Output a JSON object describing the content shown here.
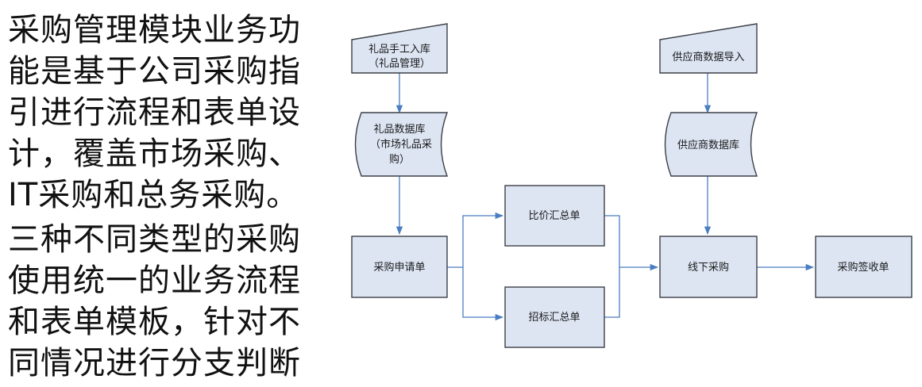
{
  "intro": {
    "para1_lines": [
      "采购管理模块业务功",
      "能是基于公司采购指",
      "引进行流程和表单设",
      "计，覆盖市场采购、",
      "IT采购和总务采购。"
    ],
    "para2_lines": [
      "三种不同类型的采购",
      "使用统一的业务流程",
      "和表单模板，针对不",
      "同情况进行分支判断"
    ]
  },
  "flowchart": {
    "gift_manual_entry": [
      "礼品手工入库",
      "（礼品管理）"
    ],
    "gift_database": [
      "礼品数据库",
      "（市场礼品采",
      "购）"
    ],
    "purchase_request": [
      "采购申请单"
    ],
    "price_comparison": [
      "比价汇总单"
    ],
    "bidding_summary": [
      "招标汇总单"
    ],
    "supplier_import": [
      "供应商数据导入"
    ],
    "supplier_database": [
      "供应商数据库"
    ],
    "offline_purchase": [
      "线下采购"
    ],
    "purchase_receipt": [
      "采购签收单"
    ]
  },
  "colors": {
    "node_fill": "#dde5f3",
    "node_stroke": "#3b3f47",
    "arrow": "#4a7ec0"
  }
}
